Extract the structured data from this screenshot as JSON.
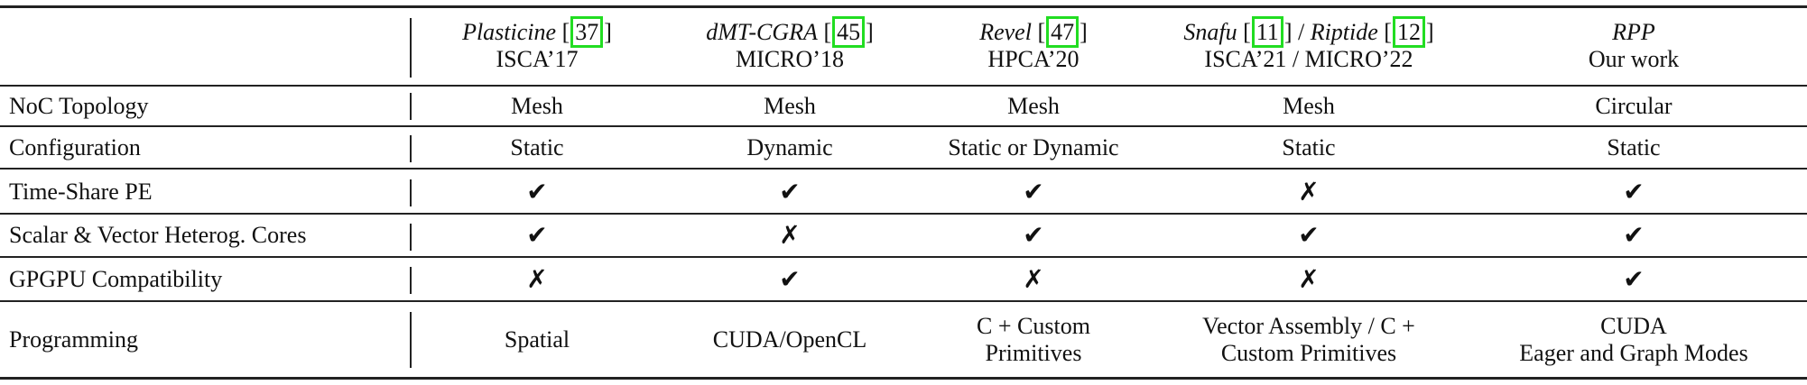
{
  "header": {
    "columns": [
      {
        "name": "Plasticine",
        "ref": "37",
        "venue": "ISCA’17"
      },
      {
        "name": "dMT-CGRA",
        "ref": "45",
        "venue": "MICRO’18"
      },
      {
        "name": "Revel",
        "ref": "47",
        "venue": "HPCA’20"
      },
      {
        "name": "Snafu",
        "ref": "11",
        "name2": "Riptide",
        "ref2": "12",
        "venue": "ISCA’21 / MICRO’22"
      },
      {
        "name": "RPP",
        "venue": "Our work"
      }
    ]
  },
  "rows": [
    {
      "label": "NoC Topology",
      "cells": [
        "Mesh",
        "Mesh",
        "Mesh",
        "Mesh",
        "Circular"
      ]
    },
    {
      "label": "Configuration",
      "cells": [
        "Static",
        "Dynamic",
        "Static or Dynamic",
        "Static",
        "Static"
      ]
    },
    {
      "label": "Time-Share PE",
      "cells": [
        "✔",
        "✔",
        "✔",
        "✗",
        "✔"
      ]
    },
    {
      "label": "Scalar & Vector Heterog. Cores",
      "cells": [
        "✔",
        "✗",
        "✔",
        "✔",
        "✔"
      ]
    },
    {
      "label": "GPGPU Compatibility",
      "cells": [
        "✗",
        "✔",
        "✗",
        "✗",
        "✔"
      ]
    },
    {
      "label": "Programming",
      "cells": [
        {
          "l1": "Spatial"
        },
        {
          "l1": "CUDA/OpenCL"
        },
        {
          "l1": "C + Custom",
          "l2": "Primitives"
        },
        {
          "l1": "Vector Assembly / C +",
          "l2": "Custom Primitives"
        },
        {
          "l1": "CUDA",
          "l2": "Eager and Graph Modes"
        }
      ]
    }
  ]
}
